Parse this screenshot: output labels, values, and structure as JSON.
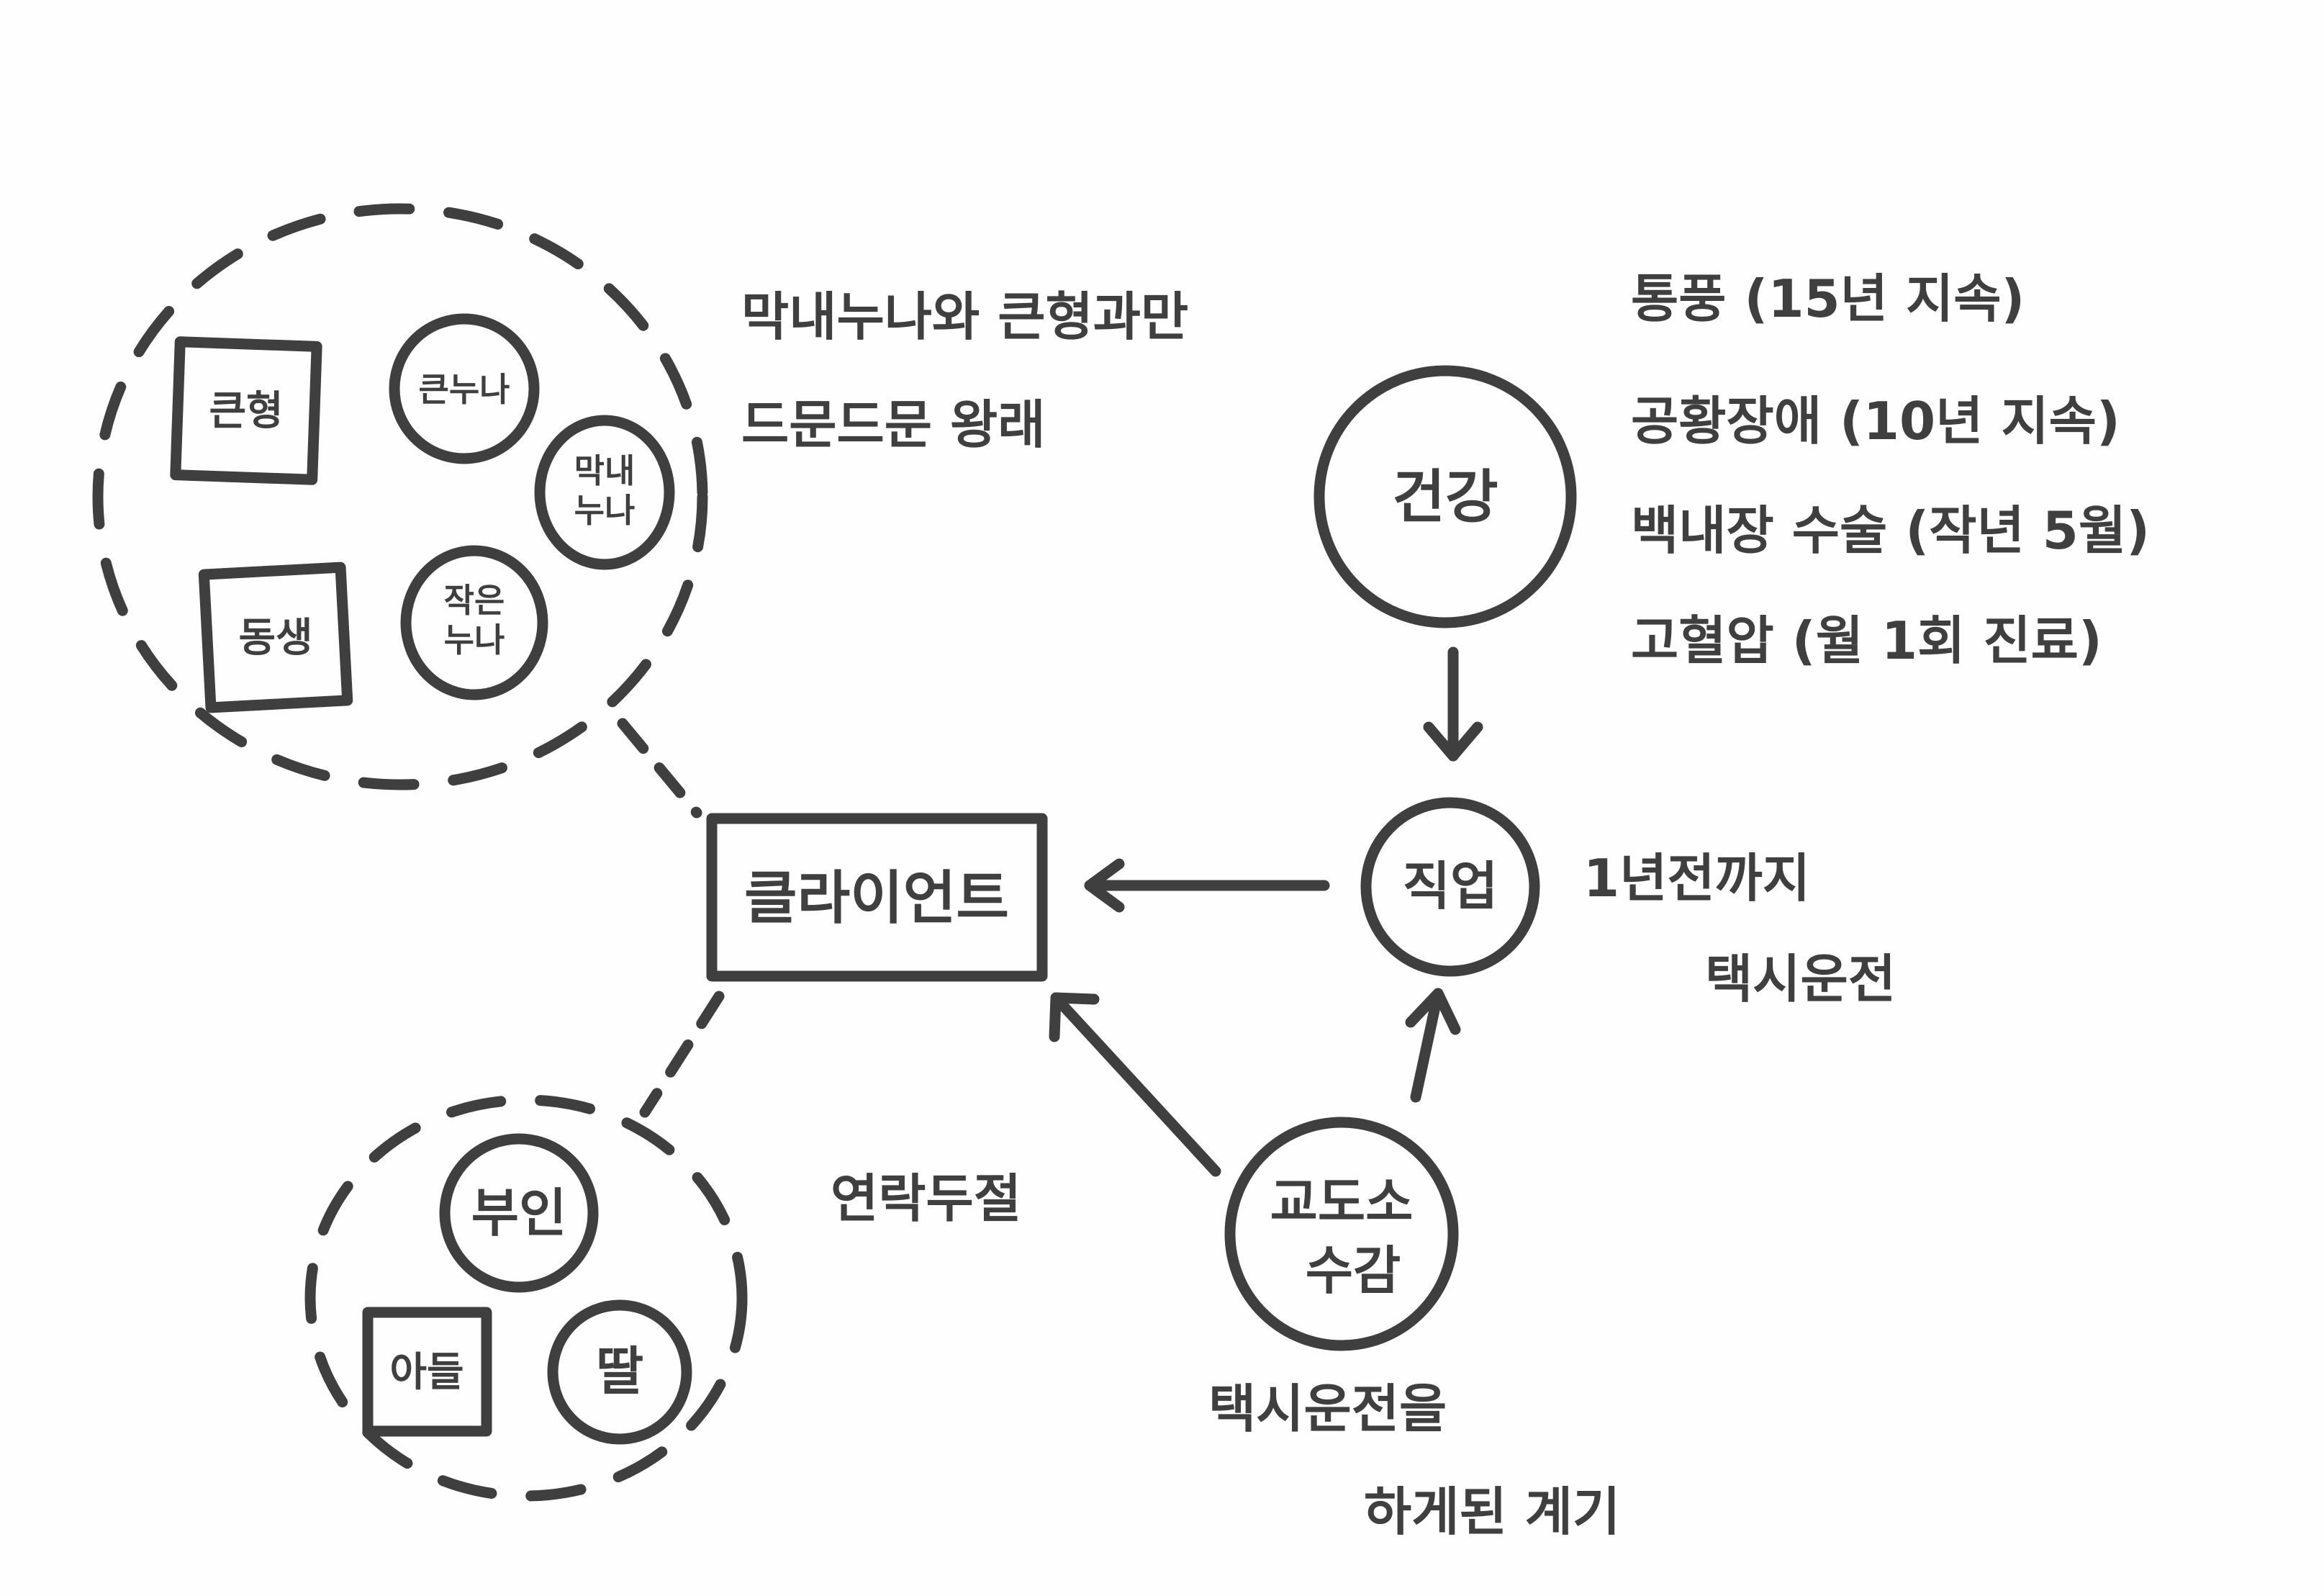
{
  "family_group": {
    "members": {
      "eldest_brother": "큰형",
      "eldest_sister": "큰누나",
      "youngest_sister_line1": "막내",
      "youngest_sister_line2": "누나",
      "younger_sibling": "동생",
      "middle_sister_line1": "작은",
      "middle_sister_line2": "누나"
    },
    "note_line1": "막내누나와 큰형과만",
    "note_line2": "드문드문 왕래"
  },
  "client": {
    "label": "클라이언트"
  },
  "own_family": {
    "members": {
      "wife": "부인",
      "son": "아들",
      "daughter": "딸"
    },
    "note": "연락두절"
  },
  "health": {
    "label": "건강",
    "conditions": [
      "통풍 (15년 지속)",
      "공황장애 (10년 지속)",
      "백내장 수술 (작년 5월)",
      "고혈압 (월 1회 진료)"
    ]
  },
  "job": {
    "label": "직업",
    "note_line1": "1년전까지",
    "note_line2": "택시운전"
  },
  "prison": {
    "label_line1": "교도소",
    "label_line2": "수감",
    "note_line1": "택시운전을",
    "note_line2": "하게된 계기"
  },
  "colors": {
    "ink": "#3f3f3f",
    "paper": "#fefefe"
  }
}
